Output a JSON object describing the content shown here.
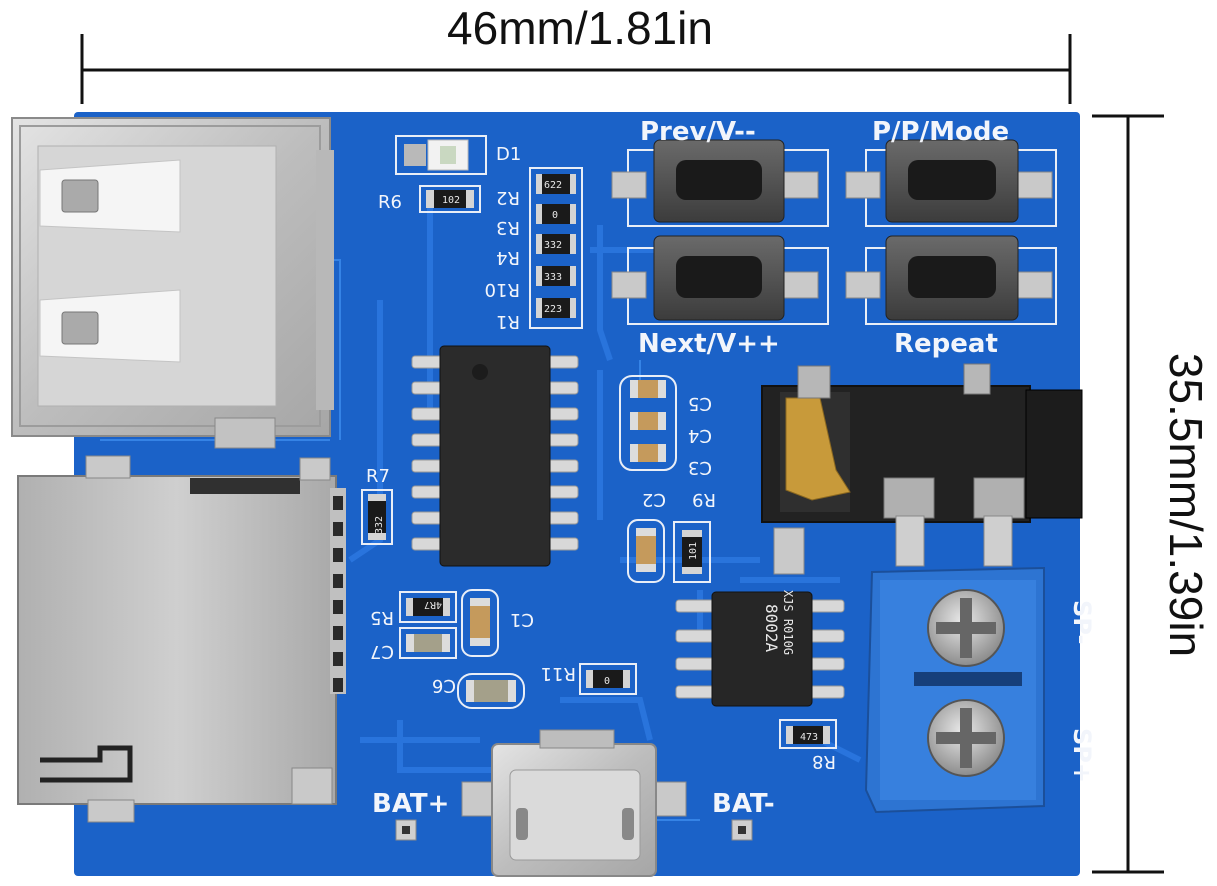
{
  "dimensions": {
    "width_label": "46mm/1.81in",
    "height_label": "35.5mm/1.39in"
  },
  "silkscreen": {
    "button_tl": "Prev/V--",
    "button_tr": "P/P/Mode",
    "button_bl": "Next/V++",
    "button_br": "Repeat",
    "bat_plus": "BAT+",
    "bat_minus": "BAT-",
    "sp_minus": "SP-",
    "sp_plus": "SP+",
    "d1": "D1",
    "r6": "R6",
    "r2": "R2",
    "r3": "R3",
    "r4": "R4",
    "r10": "R10",
    "r1": "R1",
    "r7": "R7",
    "r5": "R5",
    "r9": "R9",
    "r11": "R11",
    "r8": "R8",
    "c1": "C1",
    "c2": "C2",
    "c3": "C3",
    "c4": "C4",
    "c5": "C5",
    "c6": "C6",
    "c7": "C7"
  },
  "component_codes": {
    "r6_code": "102",
    "r2_code": "622",
    "r3_code": "0",
    "r4_code": "332",
    "r10_code": "333",
    "r1_code": "223",
    "r7_code": "332",
    "r5_code": "4R7",
    "r9_code": "101",
    "r11_code": "0",
    "r8_code": "473",
    "amp_line1": "8002A",
    "amp_line2": "XJS R010G"
  },
  "colors": {
    "pcb": "#1b62c8",
    "trace": "#2a74dc",
    "terminal_block": "#2d74d2",
    "metal": "#c9c9c9",
    "button_cap": "#3a3a3a"
  }
}
